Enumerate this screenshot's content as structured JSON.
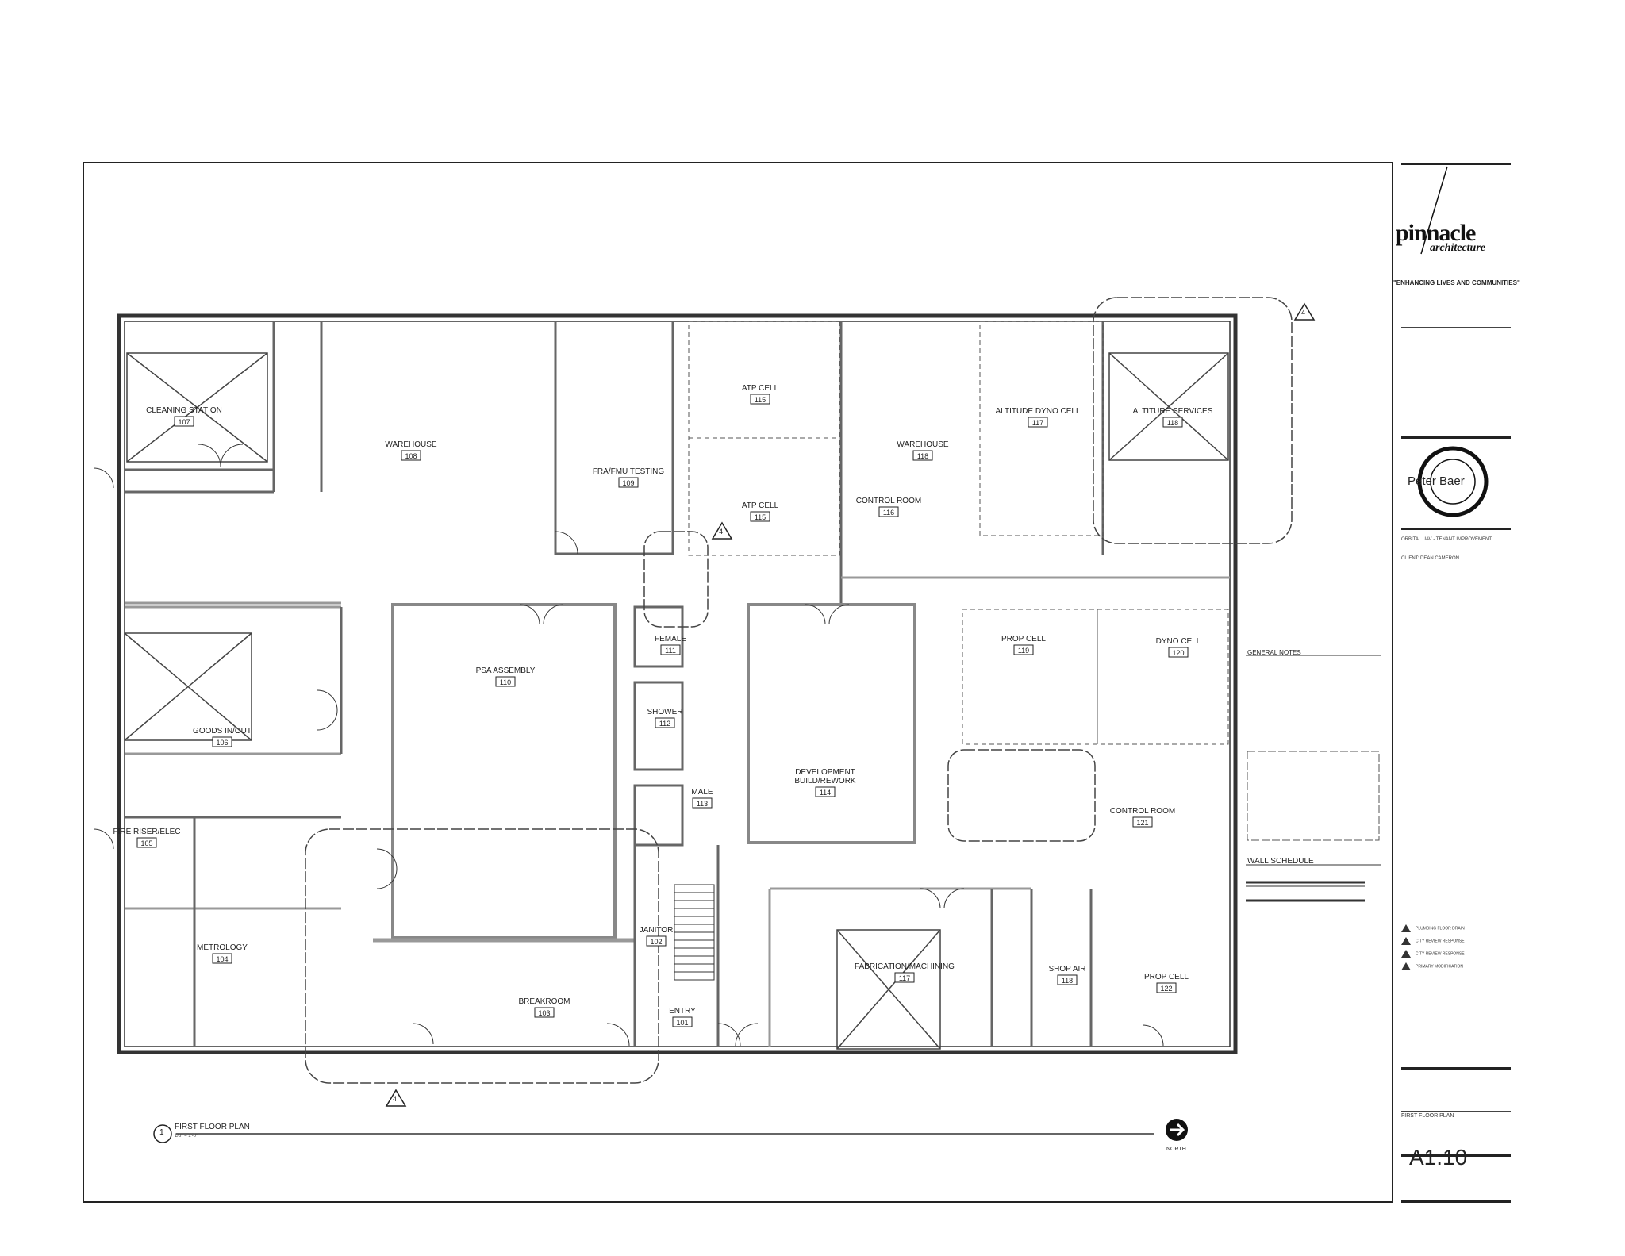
{
  "plan": {
    "title": "FIRST FLOOR PLAN",
    "plan_number": "1",
    "scale": "1/8\" = 1'-0\"",
    "north_label": "NORTH",
    "revision_tag": "4"
  },
  "rooms": [
    {
      "name": "CLEANING STATION",
      "number": "107"
    },
    {
      "name": "WAREHOUSE",
      "number": "108"
    },
    {
      "name": "FRA/FMU TESTING",
      "number": "109"
    },
    {
      "name": "ATP CELL",
      "number": "115"
    },
    {
      "name": "ATP CELL",
      "number": "115"
    },
    {
      "name": "CONTROL ROOM",
      "number": "116"
    },
    {
      "name": "WAREHOUSE",
      "number": "118"
    },
    {
      "name": "ALTITUDE DYNO CELL",
      "number": "117"
    },
    {
      "name": "ALTITURE SERVICES",
      "number": "118"
    },
    {
      "name": "GOODS IN/OUT",
      "number": "106"
    },
    {
      "name": "PSA ASSEMBLY",
      "number": "110"
    },
    {
      "name": "FEMALE",
      "number": "111"
    },
    {
      "name": "SHOWER",
      "number": "112"
    },
    {
      "name": "MALE",
      "number": "113"
    },
    {
      "name": "DEVELOPMENT BUILD/REWORK",
      "number": "114"
    },
    {
      "name": "PROP CELL",
      "number": "119"
    },
    {
      "name": "DYNO CELL",
      "number": "120"
    },
    {
      "name": "CONTROL ROOM",
      "number": "121"
    },
    {
      "name": "FIRE RISER/ELEC",
      "number": "105"
    },
    {
      "name": "METROLOGY",
      "number": "104"
    },
    {
      "name": "BREAKROOM",
      "number": "103"
    },
    {
      "name": "JANITOR",
      "number": "102"
    },
    {
      "name": "ENTRY",
      "number": "101"
    },
    {
      "name": "FABRICATION/MACHINING",
      "number": "117"
    },
    {
      "name": "SHOP AIR",
      "number": "118"
    },
    {
      "name": "PROP CELL",
      "number": "122"
    }
  ],
  "general_notes": {
    "title": "GENERAL NOTES"
  },
  "wall_schedule": {
    "title": "WALL SCHEDULE"
  },
  "title_block": {
    "logo_word": "pinnacle",
    "logo_sub": "architecture",
    "tagline": "\"ENHANCING LIVES AND COMMUNITIES\"",
    "stamp_signature": "Peter Baer",
    "project": "ORBITAL UAV - TENANT IMPROVEMENT",
    "client": "CLIENT: DEAN CAMERON",
    "sheet_title": "FIRST FLOOR PLAN",
    "sheet_number": "A1.10"
  },
  "revisions": [
    {
      "label": "PLUMBING FLOOR DRAIN"
    },
    {
      "label": "CITY REVIEW RESPONSE"
    },
    {
      "label": "CITY REVIEW RESPONSE"
    },
    {
      "label": "PRIMARY MODIFICATION"
    }
  ],
  "colors": {
    "ink": "#222222",
    "wall_fill": "#9a9a9a",
    "dim": "#555555"
  }
}
